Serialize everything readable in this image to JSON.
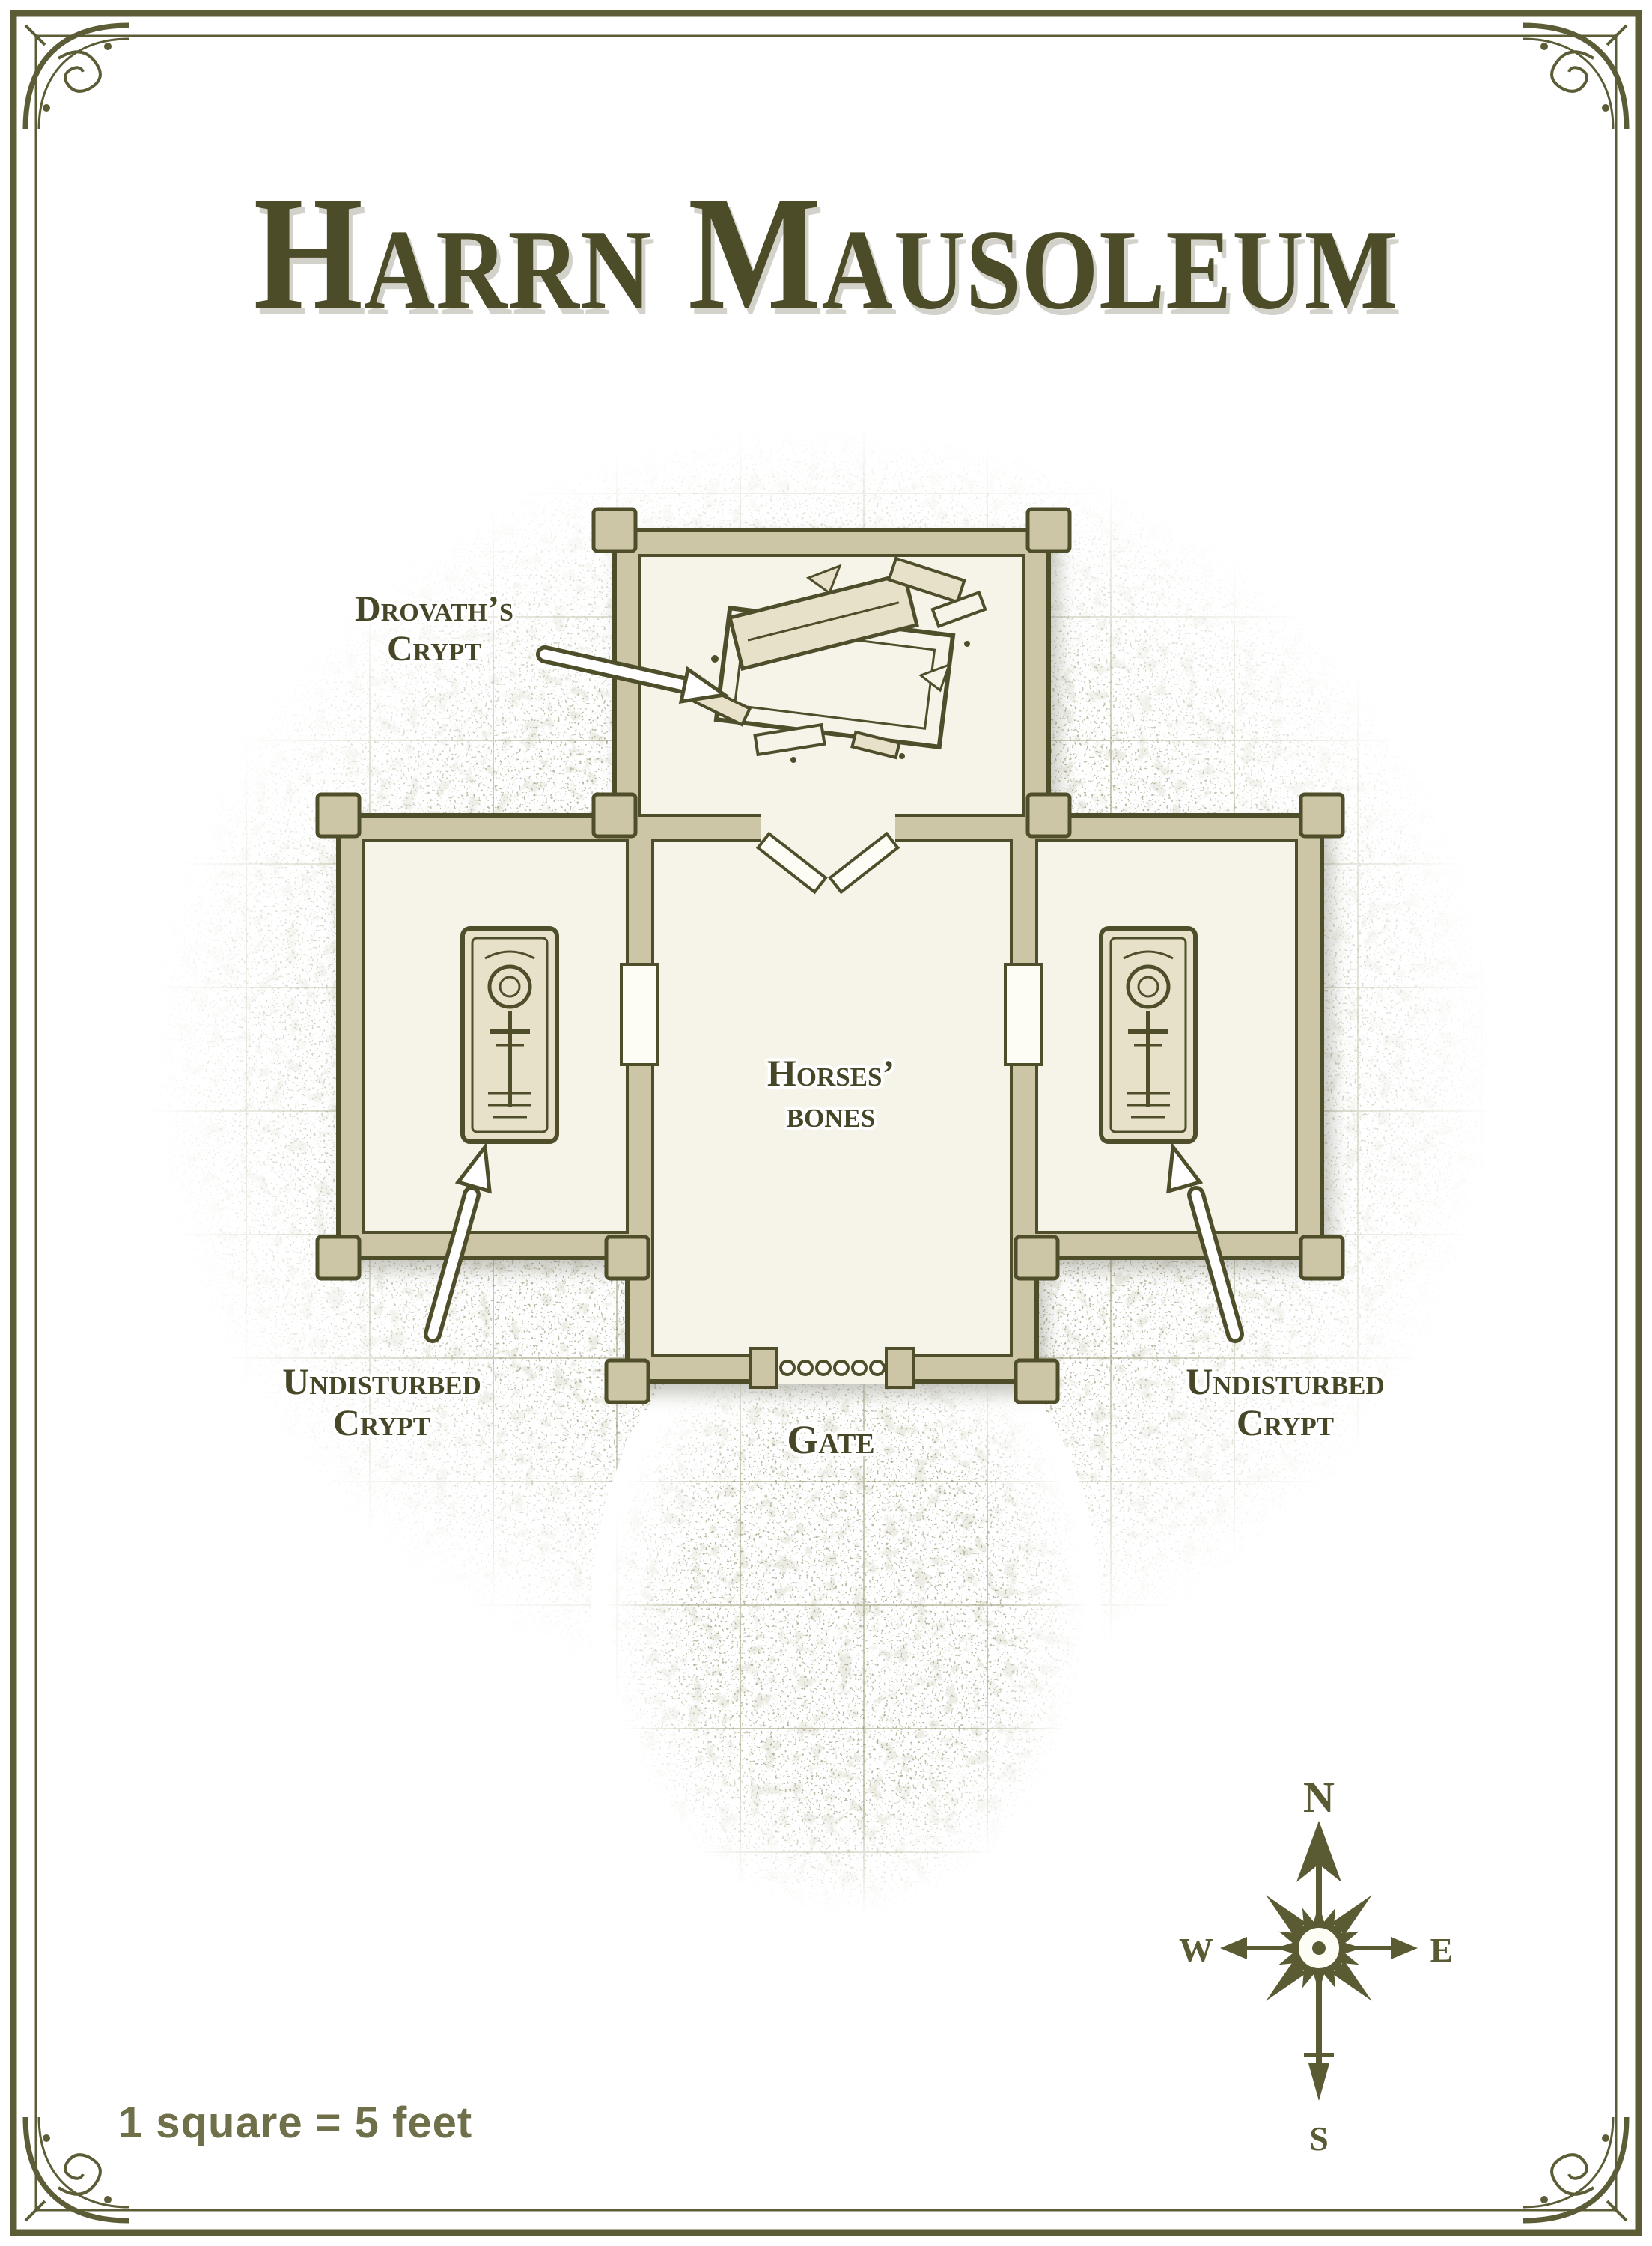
{
  "title": "Harrn Mausoleum",
  "labels": {
    "drovath": {
      "line1": "Drovath’s",
      "line2": "Crypt"
    },
    "horses": {
      "line1": "Horses’",
      "line2": "bones"
    },
    "undisturbed_left": {
      "line1": "Undisturbed",
      "line2": "Crypt"
    },
    "undisturbed_right": {
      "line1": "Undisturbed",
      "line2": "Crypt"
    },
    "gate": "Gate"
  },
  "compass": {
    "north": "N",
    "east": "E",
    "south": "S",
    "west": "W"
  },
  "scale_note": "1 square = 5 feet",
  "colors": {
    "ink": "#4e4e2b",
    "wall_fill": "#cdc6a6",
    "floor": "#f6f3e8",
    "paper": "#ffffff",
    "frame": "#5c5c36",
    "label_text": "#474728",
    "scale_text": "#6f6f49"
  }
}
